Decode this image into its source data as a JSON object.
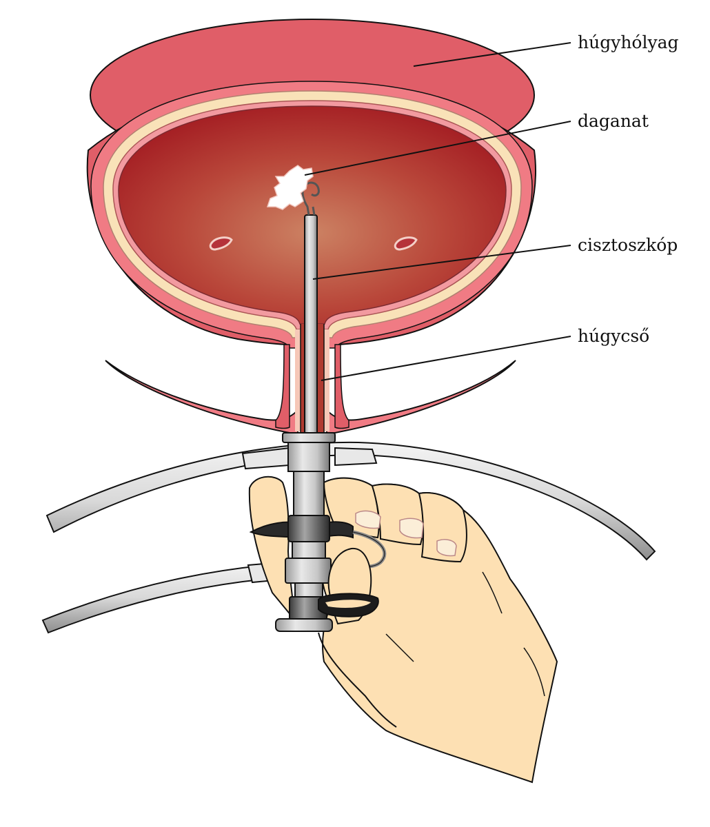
{
  "labels": {
    "bladder": "húgyhólyag",
    "tumor": "daganat",
    "cystoscope": "cisztoszkóp",
    "urethra": "húgycső"
  },
  "colors": {
    "bladder_outer": "#e05e68",
    "bladder_wall": "#f07b84",
    "bladder_lining": "#f9e2b8",
    "cavity_center": "#cc8062",
    "cavity_edge": "#a51f24",
    "hand": "#fde0b3",
    "metal": "#cfcfcf",
    "line": "#111111"
  }
}
